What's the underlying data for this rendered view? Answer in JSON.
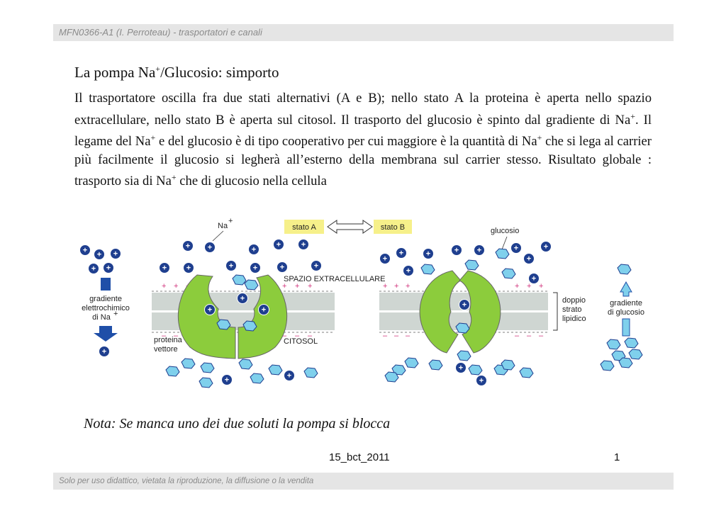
{
  "header": {
    "text": "MFN0366-A1 (I. Perroteau) - trasportatori e canali"
  },
  "title": {
    "main": "La pompa Na",
    "sup": "+",
    "rest": "/Glucosio: simporto"
  },
  "body": {
    "p1": "Il trasportatore oscilla fra due stati alternativi (A e B); nello stato A la proteina è aperta nello spazio extracellulare, nello stato B è aperta sul citosol. Il trasporto del glucosio è spinto dal gradiente di Na",
    "sup1": "+",
    "p2": ". Il legame del Na",
    "sup2": "+",
    "p3": " e del glucosio è di tipo cooperativo per cui maggiore è la quantità di Na",
    "sup3": "+",
    "p4": " che si lega al carrier più facilmente il glucosio si legherà all’esterno della membrana sul carrier stesso. Risultato globale : trasporto sia di Na",
    "sup4": "+",
    "p5": " che di glucosio nella cellula"
  },
  "diagram": {
    "na_label": "Na",
    "na_sup": "+",
    "state_a": "stato A",
    "state_b": "stato B",
    "glucose_label": "glucosio",
    "extracellular": "SPAZIO EXTRACELLULARE",
    "cytosol": "CITOSOL",
    "gradient_na_line1": "gradiente",
    "gradient_na_line2": "elettrochimico",
    "gradient_na_line3": "di Na",
    "gradient_na_sup": "+",
    "protein_line1": "proteina",
    "protein_line2": "vettore",
    "bilayer_line1": "doppio",
    "bilayer_line2": "strato",
    "bilayer_line3": "lipidico",
    "gradient_glc_line1": "gradiente",
    "gradient_glc_line2": "di glucosio",
    "plus": "+",
    "minus": "–",
    "colors": {
      "protein": "#8ccc3c",
      "membrane": "#cfd6d2",
      "ion": "#1f3f8f",
      "glucose": "#7fd0ec",
      "state_box": "#f6f08a",
      "charge": "#d0307a",
      "arrow": "#1f4fa8"
    }
  },
  "note": {
    "text": "Nota: Se manca uno dei due soluti la pompa si blocca"
  },
  "footer": {
    "code": "15_bct_2011",
    "page": "1"
  },
  "bottom_bar": {
    "text": "Solo per uso didattico, vietata la riproduzione, la diffusione o la vendita"
  }
}
